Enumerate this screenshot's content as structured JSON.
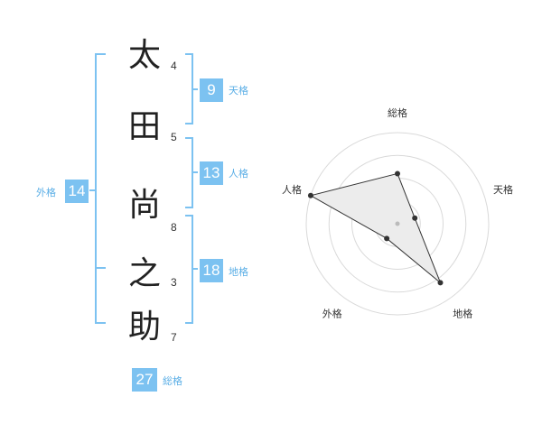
{
  "name": {
    "characters": [
      "太",
      "田",
      "尚",
      "之",
      "助"
    ],
    "strokes": [
      "4",
      "5",
      "8",
      "3",
      "7"
    ]
  },
  "kaku": {
    "tenkaku": {
      "value": "9",
      "label": "天格"
    },
    "jinkaku": {
      "value": "13",
      "label": "人格"
    },
    "chikaku": {
      "value": "18",
      "label": "地格"
    },
    "gaikaku": {
      "value": "14",
      "label": "外格"
    },
    "soukaku": {
      "value": "27",
      "label": "総格"
    }
  },
  "colors": {
    "accent": "#7cc2f1",
    "bracket": "#7cc2f1",
    "radar_fill": "#ececec",
    "radar_line": "#333333",
    "ring": "#d9d9d9"
  },
  "chart_data": {
    "type": "radar",
    "axes": [
      "総格",
      "天格",
      "地格",
      "外格",
      "人格"
    ],
    "values": [
      0.55,
      0.2,
      0.8,
      0.2,
      1.0
    ],
    "range": [
      0,
      1
    ],
    "rings": 4
  }
}
